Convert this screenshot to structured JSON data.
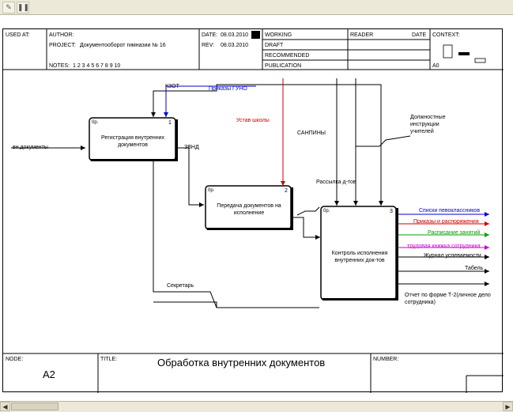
{
  "toolbar": {
    "buttons": [
      "pencil-icon",
      "pause-icon"
    ]
  },
  "header": {
    "used_at": "USED AT:",
    "author": "AUTHOR:",
    "project_label": "PROJECT:",
    "project": "Документооборот гимназии № 16",
    "date_label": "DATE:",
    "date": "08.03.2010",
    "rev_label": "REV:",
    "rev": "08.03.2010",
    "notes_label": "NOTES:",
    "notes": "1  2  3  4  5  6  7  8  9  10",
    "status": [
      "WORKING",
      "DRAFT",
      "RECOMMENDED",
      "PUBLICATION"
    ],
    "reader": "READER",
    "date_col": "DATE",
    "context": "CONTEXT:",
    "context_node": "A0"
  },
  "boxes": [
    {
      "label": "Регистрация внутренних документов",
      "num": "1",
      "cost": "0р."
    },
    {
      "label": "Передача документов на исполнение",
      "num": "2",
      "cost": "0р."
    },
    {
      "label": "Контроль исполнения внутренних док-тов",
      "num": "3",
      "cost": "0р."
    }
  ],
  "arrows": {
    "kzot": "КЗОТ",
    "prikazy_guno": "Приказы ГУНО",
    "ustav": "Устав школы",
    "sanpiny": "САНПИНЫ",
    "instrukcii": "Должностные инструкции учителей",
    "vn_docs": "вн.документы",
    "zvnd": "ЗВНД",
    "rassylka": "Рассылка д-тов",
    "sekretar": "Секретарь"
  },
  "outputs": [
    {
      "label": "Списки певоклассников",
      "color": "#0000cc"
    },
    {
      "label": "Приказы и распоряжения",
      "color": "#cc0000"
    },
    {
      "label": "Расписание занятий",
      "color": "#00a000"
    },
    {
      "label": "трудовая книжка сотрудника",
      "color": "#cc00cc"
    },
    {
      "label": "Журнал успеваемости",
      "color": "#000000"
    },
    {
      "label": "Табель",
      "color": "#000000"
    },
    {
      "label": "Отчет по форме Т-2(личное дело сотрудника)",
      "color": "#000000"
    }
  ],
  "footer": {
    "node_label": "NODE:",
    "node": "A2",
    "title_label": "TITLE:",
    "title": "Обработка внутренних  документов",
    "number_label": "NUMBER:"
  }
}
